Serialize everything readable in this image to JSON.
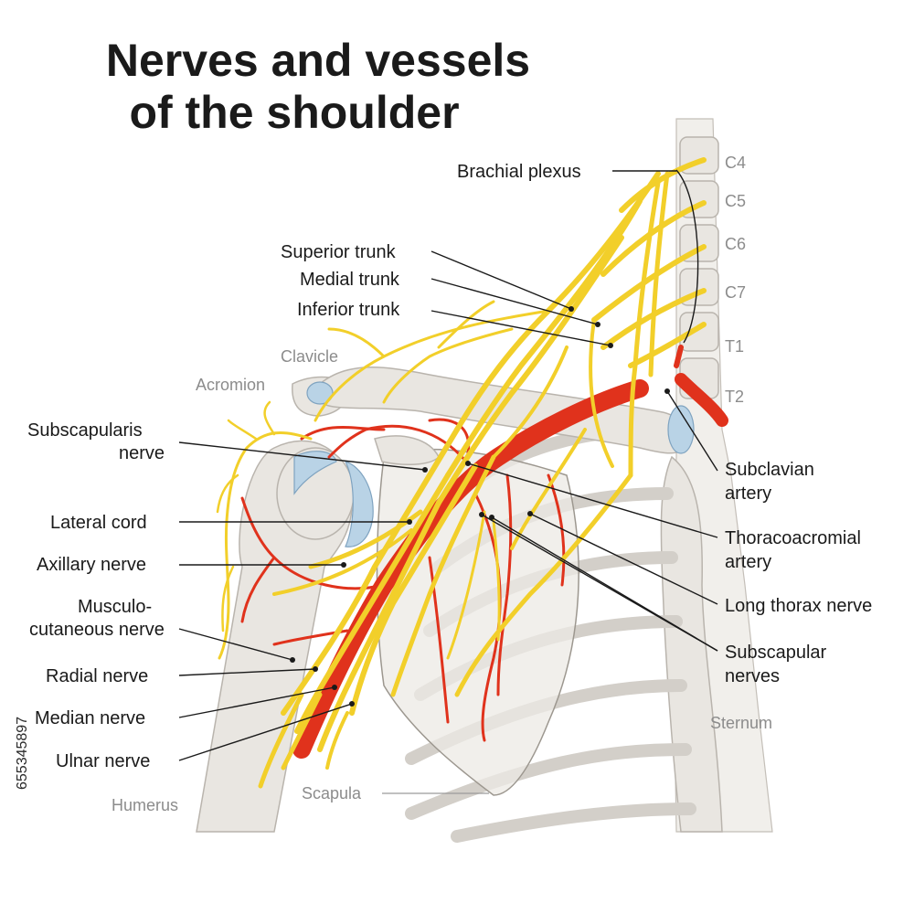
{
  "title": {
    "line1": "Nerves and vessels",
    "line2": "of the shoulder"
  },
  "vertebrae": [
    "C4",
    "C5",
    "C6",
    "C7",
    "T1",
    "T2"
  ],
  "bones": {
    "clavicle": "Clavicle",
    "acromion": "Acromion",
    "humerus": "Humerus",
    "scapula": "Scapula",
    "sternum": "Sternum"
  },
  "labels_left": {
    "brachial_plexus": "Brachial plexus",
    "superior_trunk": "Superior trunk",
    "medial_trunk": "Medial trunk",
    "inferior_trunk": "Inferior trunk",
    "subscapularis_nerve_1": "Subscapularis",
    "subscapularis_nerve_2": "nerve",
    "lateral_cord": "Lateral cord",
    "axillary_nerve": "Axillary nerve",
    "musculocutaneous_1": "Musculo-",
    "musculocutaneous_2": "cutaneous nerve",
    "radial_nerve": "Radial nerve",
    "median_nerve": "Median nerve",
    "ulnar_nerve": "Ulnar nerve"
  },
  "labels_right": {
    "subclavian_artery_1": "Subclavian",
    "subclavian_artery_2": "artery",
    "thoracoacromial_artery_1": "Thoracoacromial",
    "thoracoacromial_artery_2": "artery",
    "long_thorax_nerve": "Long thorax nerve",
    "subscapular_nerves_1": "Subscapular",
    "subscapular_nerves_2": "nerves"
  },
  "stock_id": "655345897",
  "colors": {
    "nerve": "#f2cf2a",
    "artery": "#e0321c",
    "bone": "#e9e6e1",
    "cartilage": "#b9d3e6",
    "text": "#1a1a1a",
    "bone_label": "#8c8c8c"
  }
}
